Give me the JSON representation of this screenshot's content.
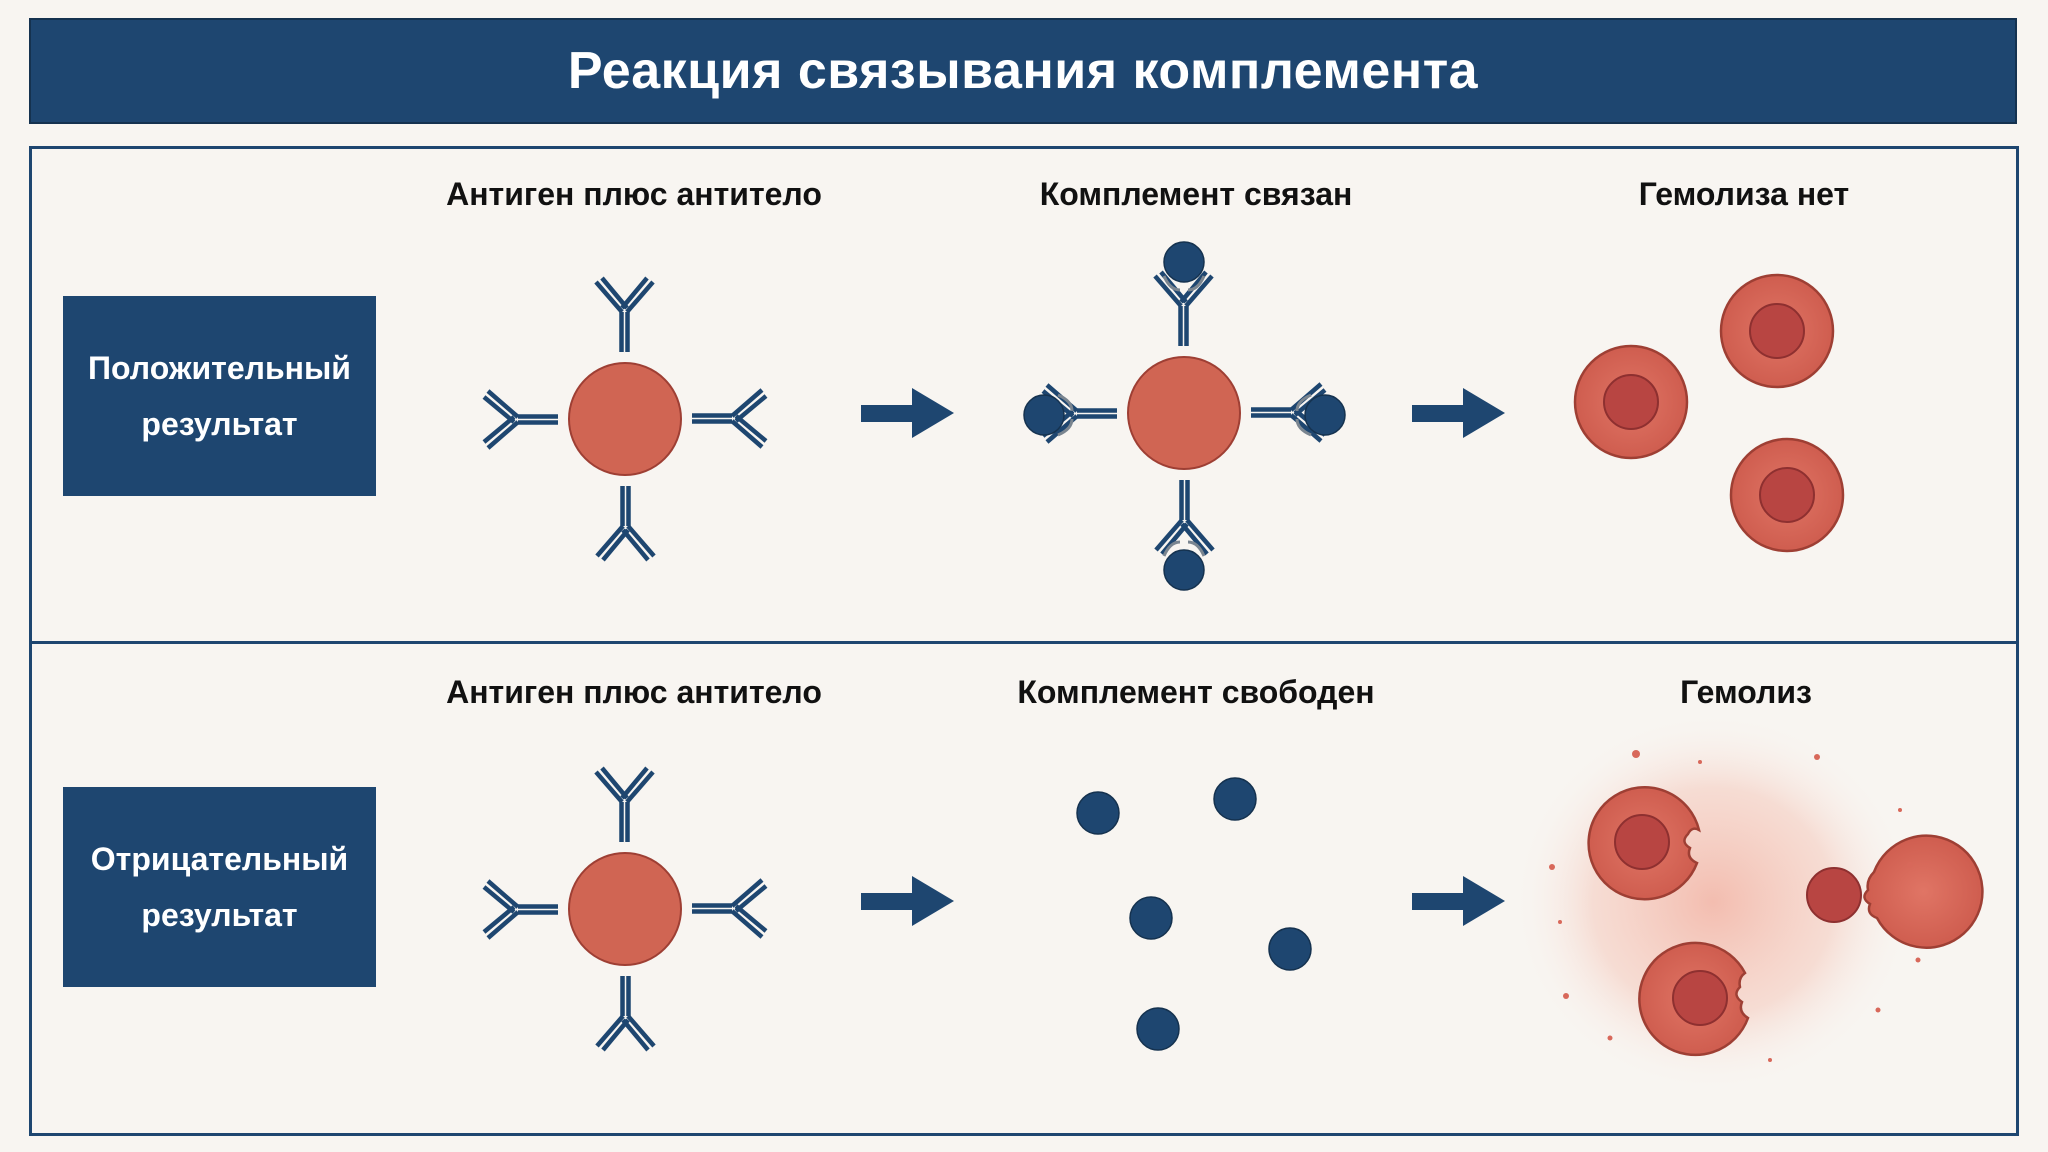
{
  "title": "Реакция связывания комплемента",
  "colors": {
    "navy": "#1e4670",
    "antigen": "#d06553",
    "cell_outer": "#d8685a",
    "cell_inner": "#b84542",
    "background": "#f8f5f1"
  },
  "rows": [
    {
      "label_line1": "Положительный",
      "label_line2": "результат",
      "step1": "Антиген плюс антитело",
      "step2": "Комплемент связан",
      "step3": "Гемолиза нет"
    },
    {
      "label_line1": "Отрицательный",
      "label_line2": "результат",
      "step1": "Антиген плюс антитело",
      "step2": "Комплемент свободен",
      "step3": "Гемолиз"
    }
  ]
}
